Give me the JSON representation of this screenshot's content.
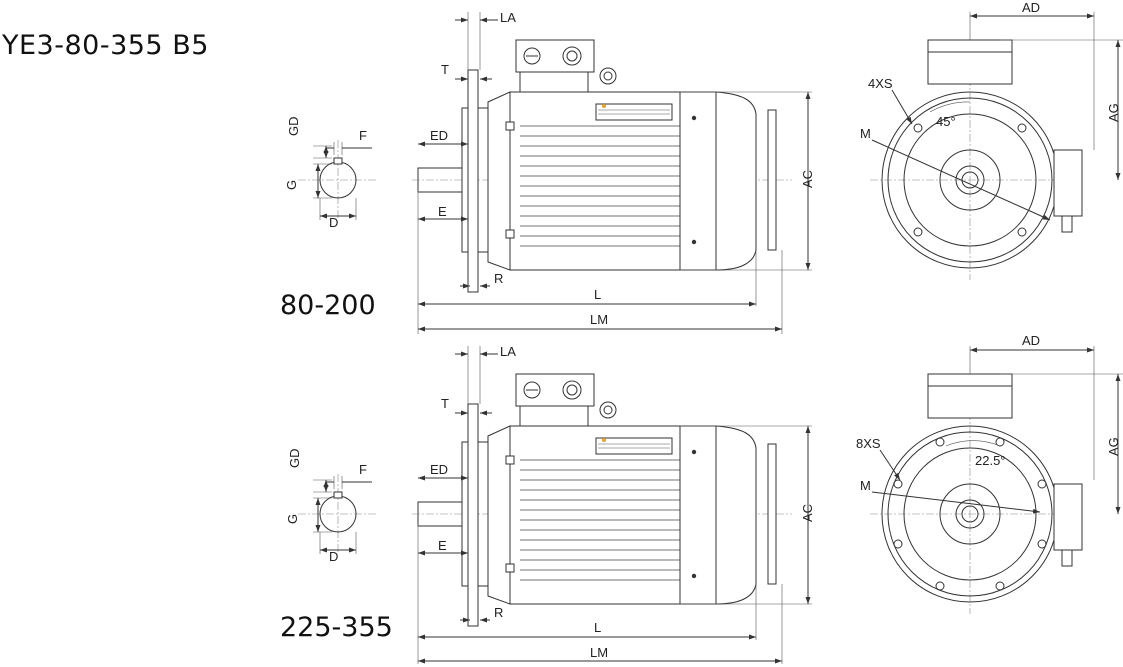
{
  "title": "YE3-80-355 B5",
  "sections": [
    {
      "range": "80-200",
      "hole_label": "4XS",
      "angle_label": "45°"
    },
    {
      "range": "225-355",
      "hole_label": "8XS",
      "angle_label": "22.5°"
    }
  ],
  "dims": {
    "la": "LA",
    "t": "T",
    "ed": "ED",
    "e": "E",
    "r": "R",
    "l": "L",
    "lm": "LM",
    "ac": "AC",
    "ad": "AD",
    "ag": "AG",
    "m": "M",
    "gd": "GD",
    "g": "G",
    "f": "F",
    "d": "D"
  }
}
